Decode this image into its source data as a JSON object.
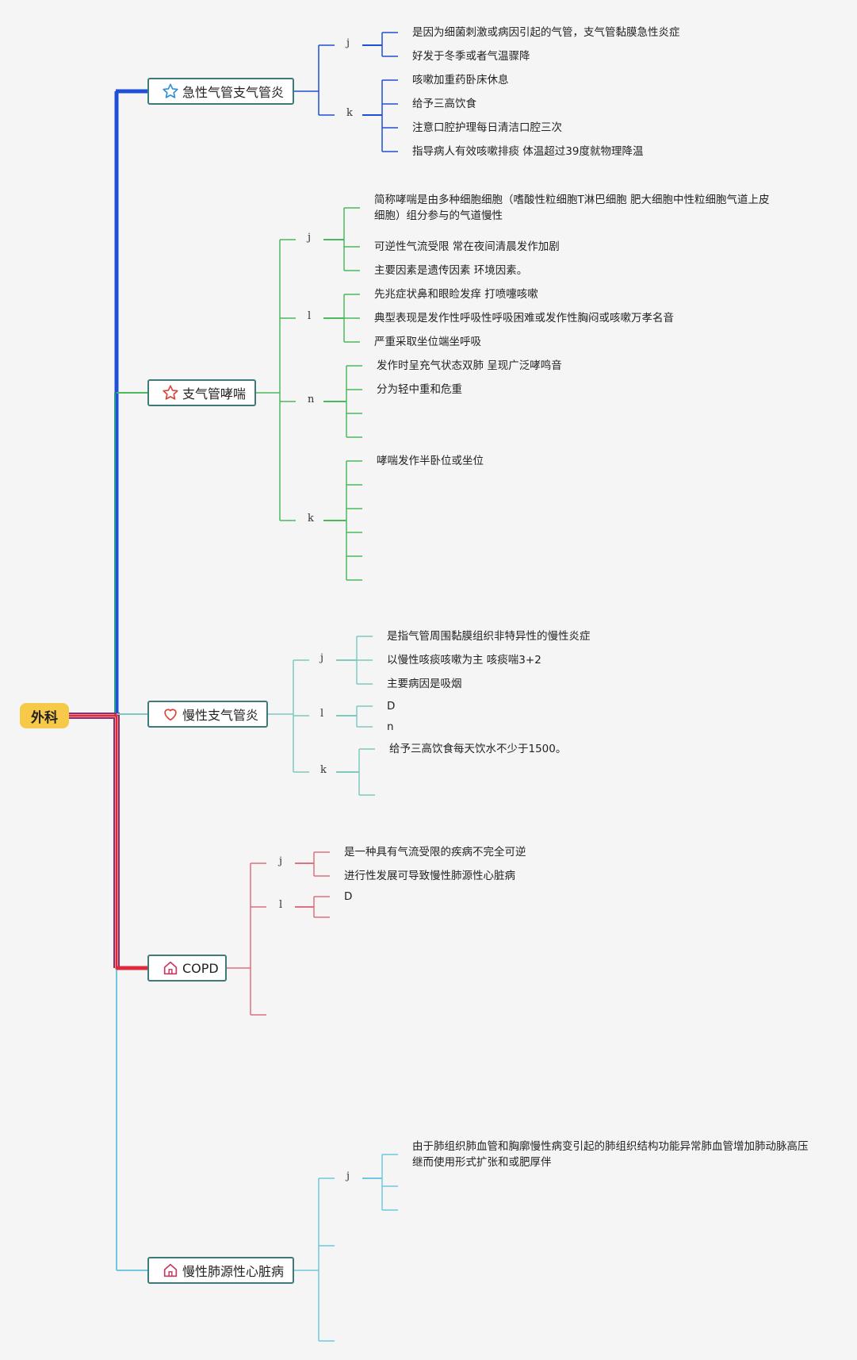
{
  "root": {
    "label": "外科",
    "color": "#f7c948"
  },
  "topics": [
    {
      "title": "急性气管支气管炎",
      "icon": "star-outline-icon",
      "color": "#1e4fd6",
      "groups": [
        {
          "label": "j",
          "items": [
            "是因为细菌刺激或病因引起的气管，支气管黏膜急性炎症",
            "好发于冬季或者气温骤降"
          ]
        },
        {
          "label": "k",
          "items": [
            "咳嗽加重药卧床休息",
            "给予三高饮食",
            "注意口腔护理每日清洁口腔三次",
            "指导病人有效咳嗽排痰 体温超过39度就物理降温"
          ]
        }
      ]
    },
    {
      "title": "支气管哮喘",
      "icon": "star-icon",
      "color": "#4cb85c",
      "groups": [
        {
          "label": "j",
          "items": [
            "简称哮喘是由多种细胞细胞（嗜酸性粒细胞T淋巴细胞 肥大细胞中性粒细胞气道上皮细胞）组分参与的气道慢性",
            "可逆性气流受限 常在夜间清晨发作加剧",
            "主要因素是遗传因素 环境因素。"
          ]
        },
        {
          "label": "l",
          "items": [
            "先兆症状鼻和眼睑发痒 打喷嚏咳嗽",
            "典型表现是发作性呼吸性呼吸困难或发作性胸闷或咳嗽万孝名音",
            "严重采取坐位端坐呼吸"
          ]
        },
        {
          "label": "n",
          "items": [
            "发作时呈充气状态双肺 呈现广泛哮鸣音",
            "分为轻中重和危重",
            "",
            ""
          ]
        },
        {
          "label": "k",
          "items": [
            "哮喘发作半卧位或坐位",
            "",
            "",
            "",
            "",
            ""
          ]
        }
      ]
    },
    {
      "title": "慢性支气管炎",
      "icon": "heart-icon",
      "color": "#7ec9c0",
      "groups": [
        {
          "label": "j",
          "items": [
            "是指气管周围黏膜组织非特异性的慢性炎症",
            "以慢性咳痰咳嗽为主 咳痰喘3+2",
            "主要病因是吸烟"
          ]
        },
        {
          "label": "l",
          "items": [
            "D",
            "n"
          ]
        },
        {
          "label": "k",
          "items": [
            "给予三高饮食每天饮水不少于1500。",
            ""
          ]
        }
      ]
    },
    {
      "title": "COPD",
      "icon": "home-icon",
      "color": "#e0707f",
      "groups": [
        {
          "label": "j",
          "items": [
            "是一种具有气流受限的疾病不完全可逆",
            "进行性发展可导致慢性肺源性心脏病"
          ]
        },
        {
          "label": "l",
          "items": [
            "D",
            ""
          ]
        },
        {
          "label": "",
          "items": []
        }
      ]
    },
    {
      "title": "慢性肺源性心脏病",
      "icon": "home-icon",
      "color": "#6fc8e0",
      "groups": [
        {
          "label": "j",
          "items": [
            "由于肺组织肺血管和胸廓慢性病变引起的肺组织结构功能异常肺血管增加肺动脉高压继而使用形式扩张和或肥厚伴",
            "",
            ""
          ]
        },
        {
          "label": "",
          "items": []
        },
        {
          "label": "",
          "items": []
        }
      ]
    }
  ],
  "colors": {
    "trunk_blue": "#1e4fd6",
    "trunk_red": "#e0283c",
    "trunk_purple": "#8b2f6b",
    "topic_border": "#3f7a7a"
  }
}
